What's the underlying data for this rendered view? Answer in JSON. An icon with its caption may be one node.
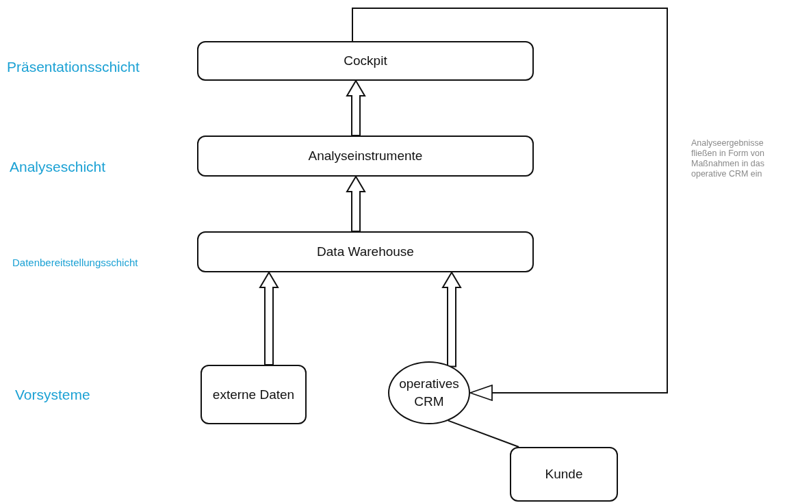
{
  "diagram": {
    "nodes": [
      {
        "text": [
          "Cockpit"
        ]
      },
      {
        "text": [
          "Analyseinstrumente"
        ]
      },
      {
        "text": [
          "Data Warehouse"
        ]
      },
      {
        "text": [
          "externe Daten"
        ]
      },
      {
        "text": [
          "operatives CRM"
        ]
      },
      {
        "text": [
          "Kunde"
        ]
      }
    ],
    "edges": [
      {
        "from": 1,
        "to": 0,
        "arrow": "to"
      },
      {
        "from": 2,
        "to": 1,
        "arrow": "to"
      },
      {
        "from": 3,
        "to": 2,
        "arrow": "to"
      },
      {
        "from": 4,
        "to": 2,
        "arrow": "to"
      },
      {
        "from": 0,
        "to": 4,
        "arrow": "to",
        "label": "Analyseergebnisse fließen in Form von Maßnahmen in das operative CRM ein"
      },
      {
        "from": 4,
        "to": 5,
        "arrow": "none"
      }
    ],
    "labels": [
      "Präsentationsschicht",
      "Analyseschicht",
      "Datenbereitstellungsschicht",
      "Vorsysteme"
    ]
  }
}
